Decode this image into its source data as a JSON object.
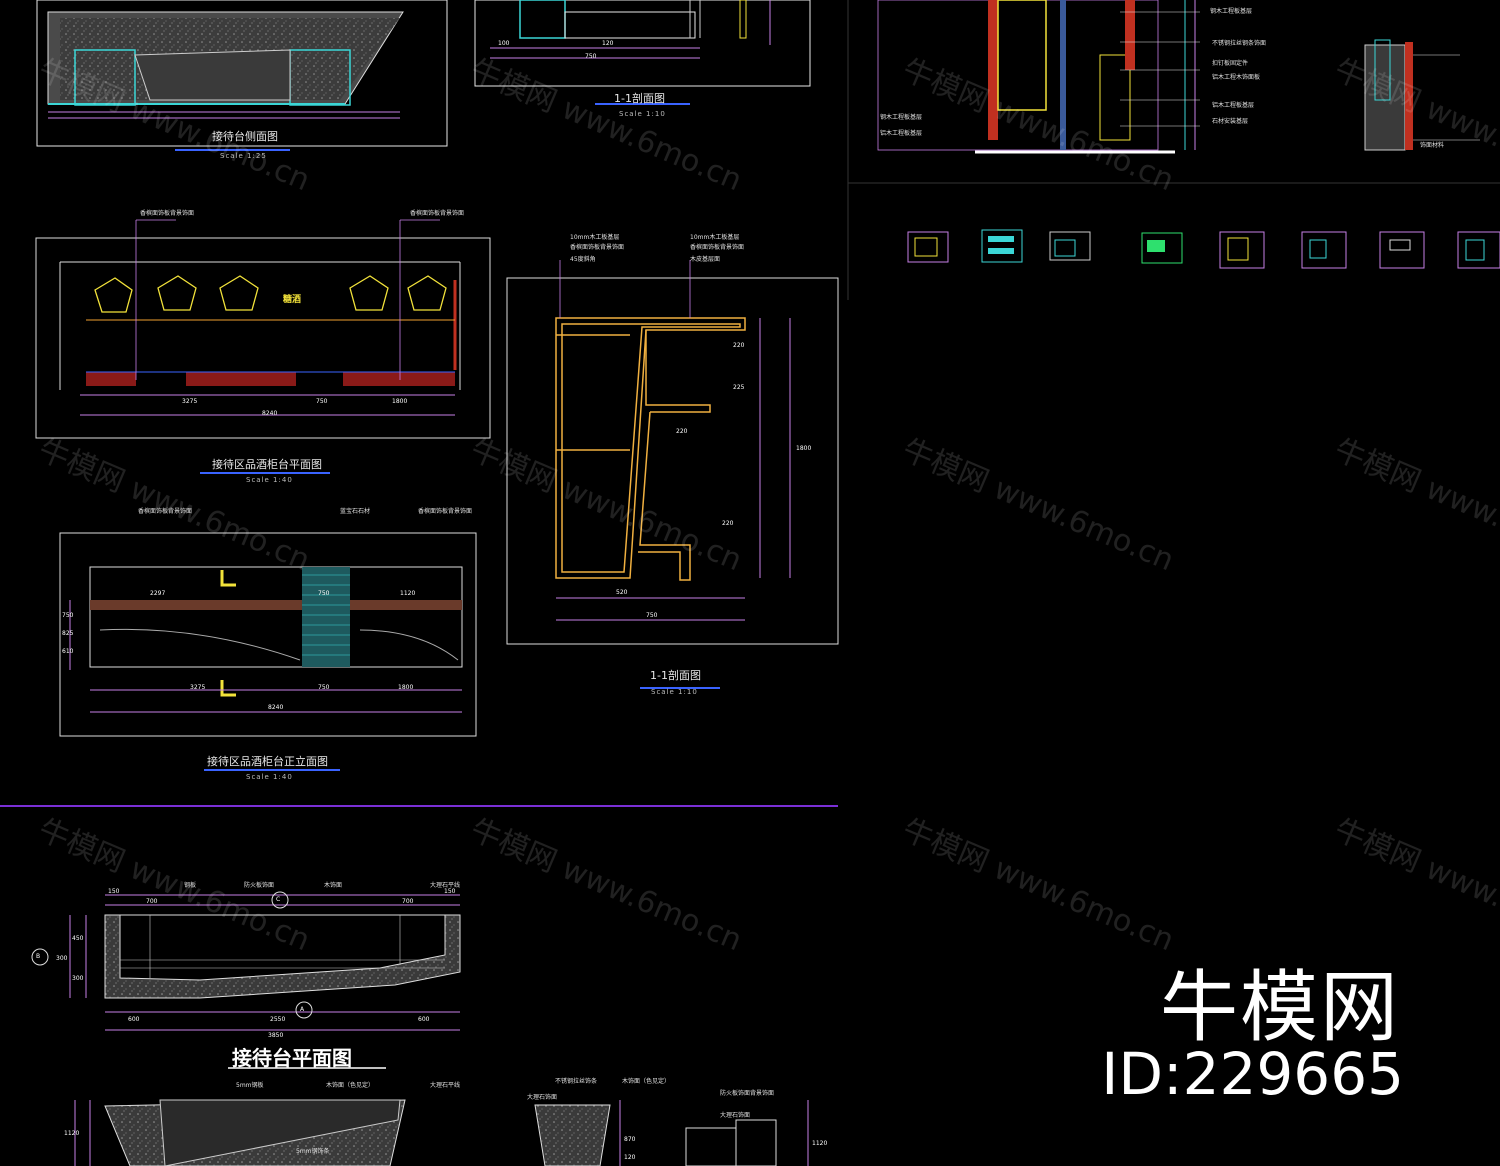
{
  "drawings": {
    "reception_side_elevation": {
      "title": "接待台侧面图",
      "scale": "Scale 1:25"
    },
    "section_top": {
      "title": "1-1剖面图",
      "scale": "Scale 1:10",
      "dims": [
        "100",
        "750",
        "120"
      ]
    },
    "cabinet_plan": {
      "title": "接待区品酒柜台平面图",
      "scale": "Scale 1:40",
      "notes": [
        "香槟面饰板背景饰面",
        "香槟面饰板背景饰面"
      ],
      "dims": [
        "3275",
        "750",
        "1800",
        "8240"
      ]
    },
    "cabinet_section": {
      "title": "1-1剖面图",
      "scale": "Scale 1:10",
      "notes": [
        "10mm木工板基层",
        "香槟面饰板背景饰面",
        "45度斜角",
        "10mm木工板基层",
        "香槟面饰板背景饰面",
        "木皮基层面"
      ],
      "dims": [
        "220",
        "225",
        "220",
        "220",
        "1800",
        "520",
        "750"
      ]
    },
    "cabinet_front": {
      "title": "接待区品酒柜台正立面图",
      "scale": "Scale 1:40",
      "notes": [
        "香槟面饰板背景饰面",
        "蓝宝石石材",
        "香槟面饰板背景饰面"
      ],
      "dims": [
        "2297",
        "750",
        "1120",
        "3275",
        "750",
        "1800",
        "8240",
        "750",
        "825",
        "610"
      ]
    },
    "reception_plan": {
      "title": "接待台平面图",
      "notes": [
        "钢板",
        "防火板饰面",
        "木饰面",
        "大理石平线"
      ],
      "dims": [
        "150",
        "700",
        "700",
        "150",
        "600",
        "2550",
        "600",
        "3850",
        "450",
        "300",
        "300"
      ],
      "markers": [
        "C",
        "B",
        "A"
      ]
    },
    "reception_elev_bottom": {
      "notes": [
        "5mm钢板",
        "木饰面（色见定）",
        "大理石平线",
        "5mm钢饰条",
        "不锈钢拉丝饰条",
        "木饰面（色见定）",
        "大理石饰面",
        "防火板饰面背景饰面",
        "大理石饰面"
      ],
      "dims": [
        "1120",
        "870",
        "120",
        "1120"
      ]
    },
    "details_top_right": {
      "notes": [
        "钢木工程板基层",
        "不锈钢拉丝钢条饰面",
        "扣钉板固定件",
        "铝木工程木饰面板",
        "铝木工程板基层",
        "石材安装基层",
        "钢木工程板基层",
        "铝木工程板基层",
        "饰面材料"
      ]
    }
  },
  "brand": {
    "name": "牛模网",
    "id_label": "ID:229665"
  },
  "watermark": {
    "site": "牛模网 www.6mo.cn"
  }
}
